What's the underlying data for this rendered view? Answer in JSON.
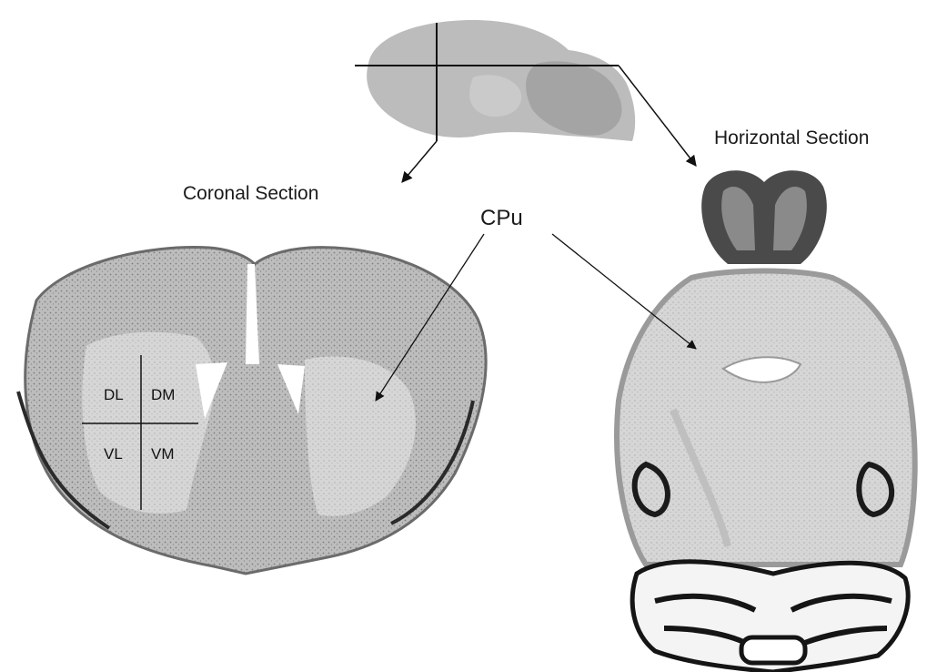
{
  "labels": {
    "coronal": "Coronal Section",
    "horizontal": "Horizontal Section",
    "cpu": "CPu"
  },
  "quadrants": {
    "dl": "DL",
    "dm": "DM",
    "vl": "VL",
    "vm": "VM"
  },
  "colors": {
    "background": "#ffffff",
    "tissue_light": "#d9d9d9",
    "tissue_mid": "#a8a8a8",
    "tissue_dark": "#5a5a5a",
    "cerebellum_dark": "#151515",
    "sagittal_gray": "#b8b8b8",
    "line": "#111111"
  }
}
